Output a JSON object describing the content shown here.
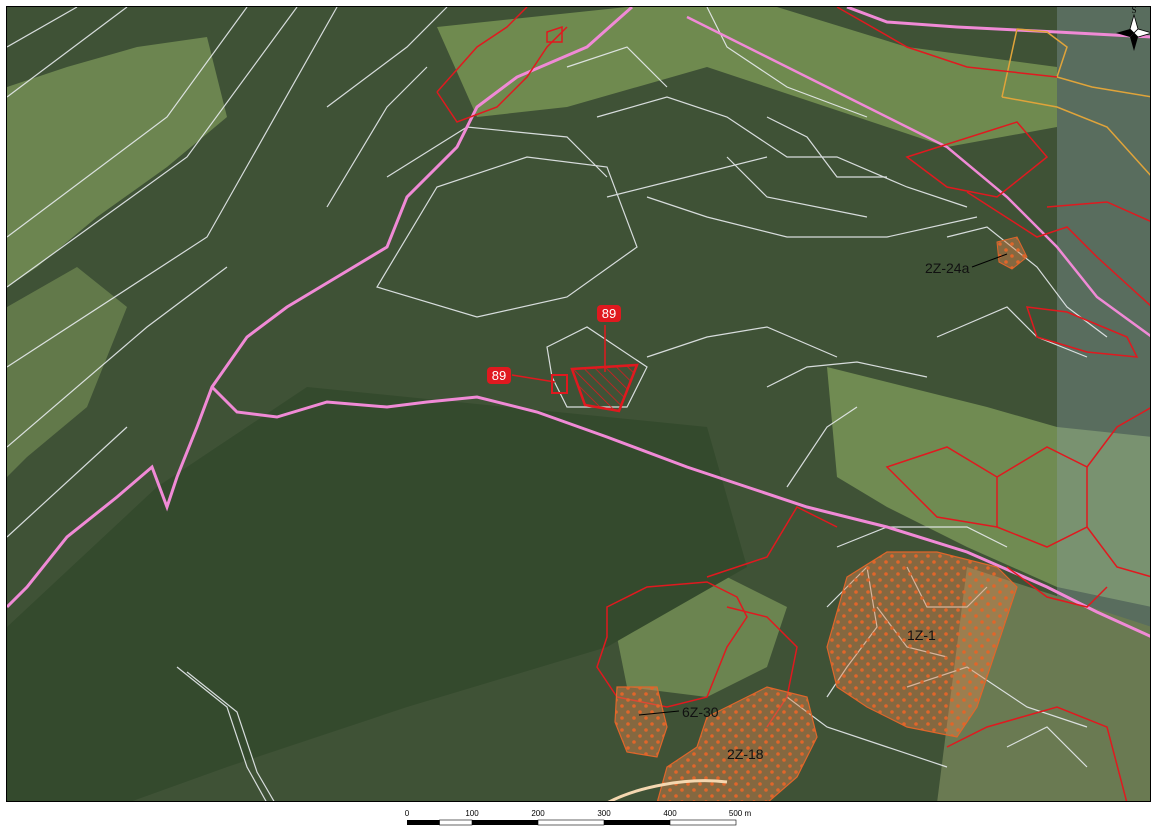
{
  "map": {
    "parcel_labels": {
      "label_89_top": "89",
      "label_89_left": "89",
      "zone_2z24a": "2Z-24a",
      "zone_1z1": "1Z-1",
      "zone_6z30": "6Z-30",
      "zone_2z18": "2Z-18"
    },
    "north_arrow_letter": "S",
    "north_arrow_icon": "compass-rose-icon"
  },
  "scale_bar": {
    "ticks": [
      "0",
      "100",
      "200",
      "300",
      "400",
      "500 m"
    ]
  },
  "colors": {
    "forest": "#3c4f33",
    "meadow": "#6f8a4f",
    "parcel_line": "#e8ecef",
    "boundary_red": "#e0191f",
    "municipal_pink": "#f08ad6",
    "zone_hatch": "#e0662a",
    "orange_line": "#e0a43a"
  }
}
